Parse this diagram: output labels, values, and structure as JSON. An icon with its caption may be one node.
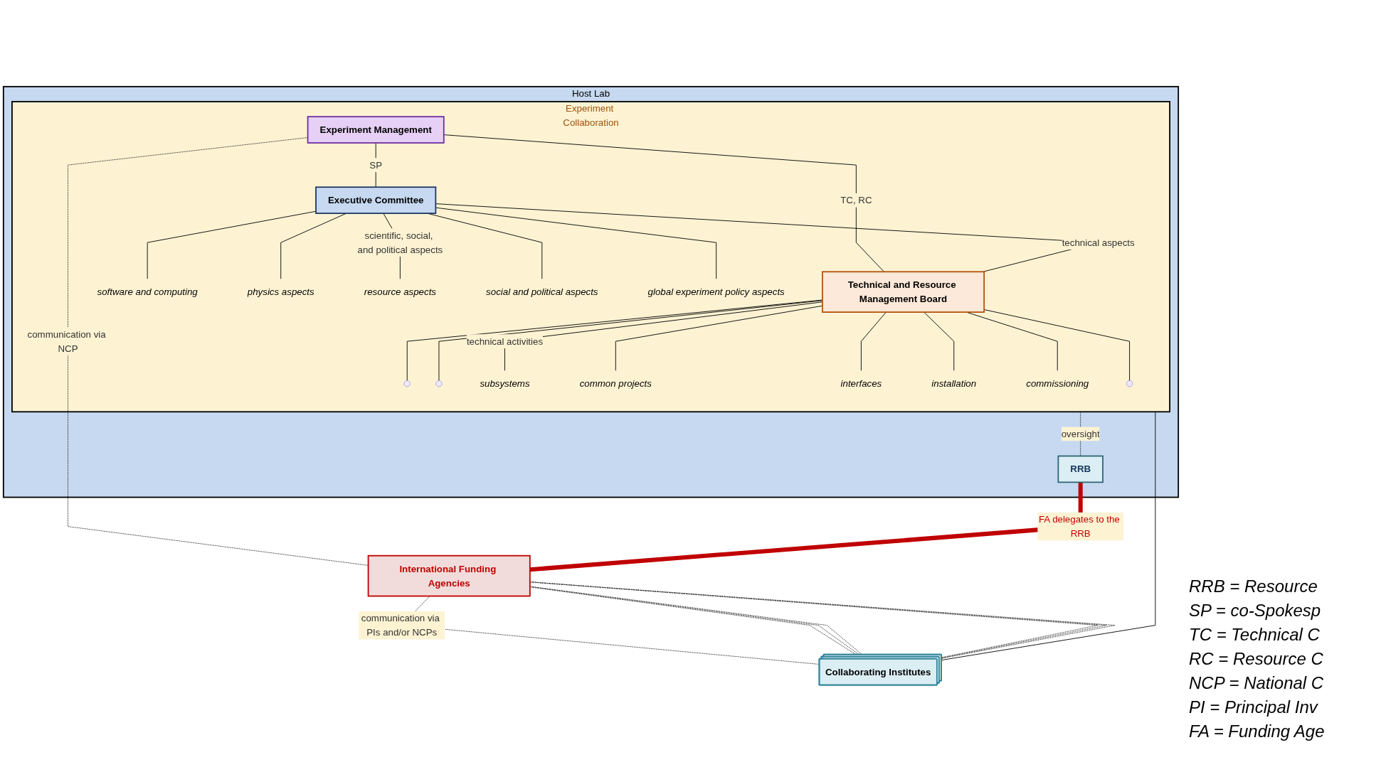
{
  "diagram": {
    "nodes": [
      {
        "text": [
          "Host Lab"
        ]
      },
      {
        "text": [
          "Experiment Collaboration"
        ],
        "in": 0
      },
      {
        "text": [
          "Experiment Management"
        ],
        "in": 1
      },
      {
        "text": [
          "Executive Committee"
        ],
        "in": 1
      },
      {
        "text": [
          "Technical and Resource Management Board"
        ],
        "in": 1
      },
      {
        "text": [
          "software and computing"
        ],
        "in": 1
      },
      {
        "text": [
          "physics aspects"
        ],
        "in": 1
      },
      {
        "text": [
          "resource aspects"
        ],
        "in": 1
      },
      {
        "text": [
          "social and political aspects"
        ],
        "in": 1
      },
      {
        "text": [
          "global experiment policy aspects"
        ],
        "in": 1
      },
      {
        "text": [
          "subsystems"
        ],
        "in": 1
      },
      {
        "text": [
          "common projects"
        ],
        "in": 1
      },
      {
        "text": [
          "interfaces"
        ],
        "in": 1
      },
      {
        "text": [
          "installation"
        ],
        "in": 1
      },
      {
        "text": [
          "commissioning"
        ],
        "in": 1
      },
      {
        "text": [
          "RRB"
        ],
        "in": 0
      },
      {
        "text": [
          "International Funding Agencies"
        ]
      },
      {
        "text": [
          "Collaborating Institutes"
        ]
      }
    ],
    "edges": [
      {
        "from": 2,
        "to": 3,
        "arrow": "none",
        "label": "SP"
      },
      {
        "from": 2,
        "to": 4,
        "arrow": "none",
        "label": "TC, RC"
      },
      {
        "from": 3,
        "to": 4,
        "arrow": "none",
        "label": "technical aspects"
      },
      {
        "from": 3,
        "to": 5,
        "arrow": "none"
      },
      {
        "from": 3,
        "to": 6,
        "arrow": "none"
      },
      {
        "from": 3,
        "to": 7,
        "arrow": "none",
        "label": "scientific, social, and political aspects"
      },
      {
        "from": 3,
        "to": 8,
        "arrow": "none"
      },
      {
        "from": 3,
        "to": 9,
        "arrow": "none"
      },
      {
        "from": 4,
        "to": 10,
        "arrow": "none",
        "label": "technical activities"
      },
      {
        "from": 4,
        "to": null,
        "arrow": "none"
      },
      {
        "from": 4,
        "to": null,
        "arrow": "none"
      },
      {
        "from": 4,
        "to": 11,
        "arrow": "none"
      },
      {
        "from": 4,
        "to": 12,
        "arrow": "none"
      },
      {
        "from": 4,
        "to": 13,
        "arrow": "none"
      },
      {
        "from": 4,
        "to": null,
        "arrow": "none"
      },
      {
        "from": 4,
        "to": 14,
        "arrow": "none"
      },
      {
        "from": 1,
        "to": 15,
        "arrow": "none",
        "label": "oversight",
        "style": "dashed"
      },
      {
        "from": 2,
        "to": 16,
        "arrow": "none",
        "label": "communication via NCP",
        "style": "dashed"
      },
      {
        "from": 15,
        "to": 16,
        "arrow": "none",
        "label": "FA delegates to the RRB",
        "style": "thick",
        "color": "#c00000"
      },
      {
        "from": 16,
        "to": 17,
        "arrow": "none",
        "label": "communication via PIs and/or NCPs",
        "style": "dashed"
      },
      {
        "from": 16,
        "to": 17,
        "arrow": "none",
        "style": "dashed"
      },
      {
        "from": 16,
        "to": 17,
        "arrow": "none",
        "style": "dashed"
      },
      {
        "from": 16,
        "to": 17,
        "arrow": "none",
        "style": "dashed"
      },
      {
        "from": 16,
        "to": 17,
        "arrow": "none",
        "style": "dashed"
      },
      {
        "from": 16,
        "to": 17,
        "arrow": "none",
        "style": "dashed"
      },
      {
        "from": 16,
        "to": 17,
        "arrow": "none",
        "style": "dashed"
      },
      {
        "from": 1,
        "to": 17,
        "arrow": "none"
      }
    ],
    "labels": [
      "RRB = Resource",
      "SP = co-Spokesp",
      "TC = Technical C",
      "RC = Resource C",
      "NCP = National C",
      "PI = Principal Inv",
      "FA = Funding Age"
    ]
  }
}
